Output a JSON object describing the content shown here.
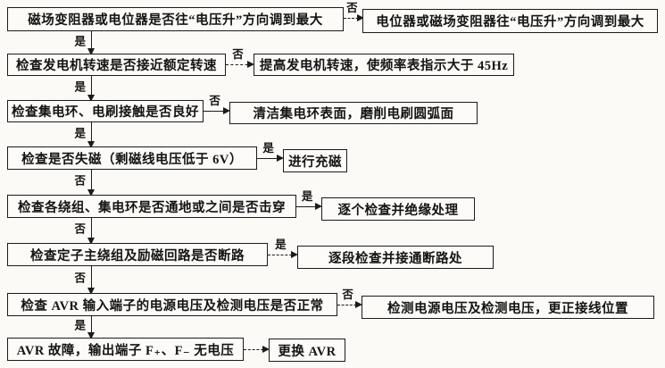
{
  "colors": {
    "ink": "#1b1b1b",
    "paper": "#fbfaf6"
  },
  "flowchart": {
    "rows": [
      {
        "question": "磁场变阻器或电位器是否往“电压升”方向调到最大",
        "right_label": "否",
        "action": "电位器或磁场变阻器往“电压升”方向调到最大",
        "down_label": "是"
      },
      {
        "question": "检查发电机转速是否接近额定转速",
        "right_label": "否",
        "action": "提高发电机转速，使频率表指示大于 45Hz",
        "down_label": "是"
      },
      {
        "question": "检查集电环、电刷接触是否良好",
        "right_label": "否",
        "action": "清洁集电环表面，磨削电刷圆弧面",
        "down_label": "是"
      },
      {
        "question": "检查是否失磁（剩磁线电压低于 6V）",
        "right_label": "是",
        "action": "进行充磁",
        "down_label": "否"
      },
      {
        "question": "检查各绕组、集电环是否通地或之间是否击穿",
        "right_label": "是",
        "action": "逐个检查并绝缘处理",
        "down_label": "否"
      },
      {
        "question": "检查定子主绕组及励磁回路是否断路",
        "right_label": "是",
        "action": "逐段检查并接通断路处",
        "down_label": "否"
      },
      {
        "question": "检查 AVR 输入端子的电源电压及检测电压是否正常",
        "right_label": "否",
        "action": "检测电源电压及检测电压，更正接线位置",
        "down_label": "是"
      },
      {
        "question": "AVR 故障，输出端子 F₊、F₋ 无电压",
        "right_label": "",
        "action": "更换 AVR",
        "down_label": ""
      }
    ]
  }
}
